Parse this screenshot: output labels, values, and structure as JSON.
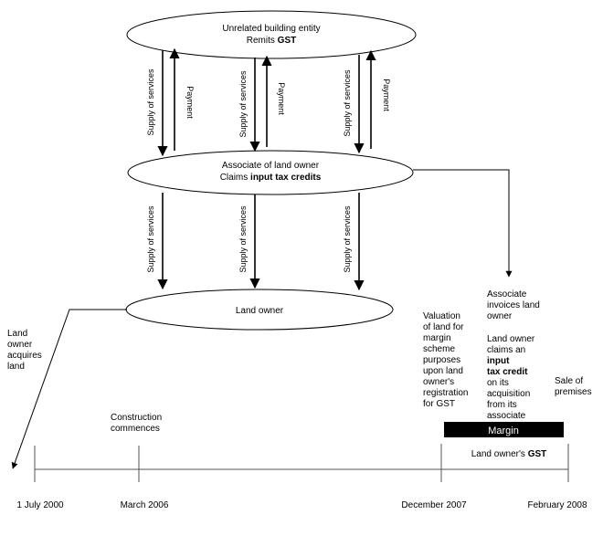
{
  "entities": {
    "unrelated": {
      "line1": "Unrelated building entity",
      "line2_prefix": "Remits ",
      "line2_bold": "GST"
    },
    "associate": {
      "line1": "Associate of land owner",
      "line2_prefix": "Claims ",
      "line2_bold": "input tax credits"
    },
    "landowner": {
      "label": "Land owner"
    }
  },
  "flows": {
    "supply_label": "Supply  of services",
    "payment_label": "Payment"
  },
  "notes": {
    "acquires": [
      "Land",
      "owner",
      "acquires",
      "land"
    ],
    "construction": [
      "Construction",
      "commences"
    ],
    "valuation": [
      "Valuation",
      "of land for",
      "margin",
      "scheme",
      "purposes",
      "upon land",
      "owner's",
      "registration",
      "for GST"
    ],
    "invoices": [
      "Associate",
      "invoices land",
      "owner"
    ],
    "claims": {
      "line1": "Land owner",
      "line2": "claims an",
      "bold1": "input",
      "bold2": "tax credit",
      "rest": [
        "on its",
        "acquisition",
        "from its",
        "associate"
      ]
    },
    "sale": [
      "Sale of",
      "premises"
    ]
  },
  "margin_bar": {
    "label": "Margin",
    "color": "#000000"
  },
  "landowner_gst": {
    "prefix": "Land owner's ",
    "bold": "GST"
  },
  "timeline": {
    "dates": [
      "1 July 2000",
      "March 2006",
      "December 2007",
      "February 2008"
    ]
  }
}
